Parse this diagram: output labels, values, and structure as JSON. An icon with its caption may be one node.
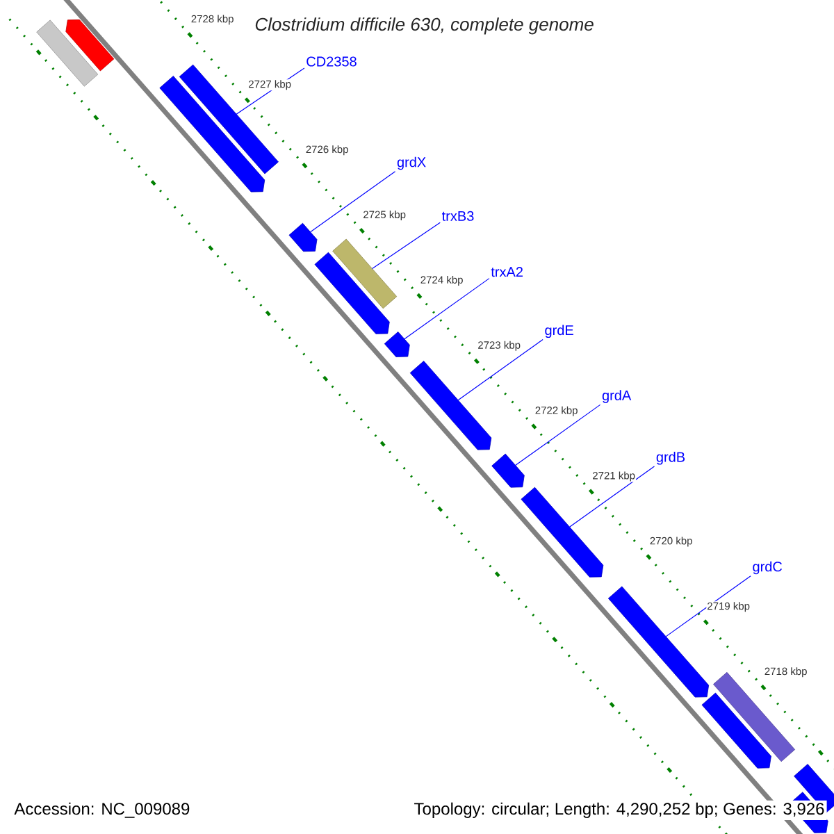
{
  "diagram": {
    "title": "Clostridium difficile 630, complete genome",
    "nodes": [
      {
        "text": [],
        "shape": "bar"
      },
      {
        "text": [],
        "shape": "pentagon"
      },
      {
        "text": [],
        "shape": "bar"
      },
      {
        "text": [],
        "shape": "pentagon"
      },
      {
        "text": [],
        "shape": "pentagon"
      },
      {
        "text": [],
        "shape": "bar"
      },
      {
        "text": [],
        "shape": "pentagon"
      },
      {
        "text": [],
        "shape": "pentagon"
      },
      {
        "text": [],
        "shape": "pentagon"
      },
      {
        "text": [],
        "shape": "pentagon"
      },
      {
        "text": [],
        "shape": "pentagon"
      },
      {
        "text": [],
        "shape": "pentagon"
      },
      {
        "text": [],
        "shape": "bar"
      },
      {
        "text": [],
        "shape": "pentagon"
      },
      {
        "text": [],
        "shape": "bar"
      },
      {
        "text": [],
        "shape": "pentagon"
      },
      {
        "text": [
          "CD2358"
        ]
      },
      {
        "text": [
          "grdX"
        ]
      },
      {
        "text": [
          "trxB3"
        ]
      },
      {
        "text": [
          "trxA2"
        ]
      },
      {
        "text": [
          "grdE"
        ]
      },
      {
        "text": [
          "grdA"
        ]
      },
      {
        "text": [
          "grdB"
        ]
      },
      {
        "text": [
          "grdC"
        ]
      }
    ],
    "edges": [
      {
        "from": 16,
        "to": 2,
        "arrow": "none"
      },
      {
        "from": 17,
        "to": 4,
        "arrow": "none"
      },
      {
        "from": 18,
        "to": 5,
        "arrow": "none"
      },
      {
        "from": 19,
        "to": 7,
        "arrow": "none"
      },
      {
        "from": 20,
        "to": 8,
        "arrow": "none"
      },
      {
        "from": 21,
        "to": 9,
        "arrow": "none"
      },
      {
        "from": 22,
        "to": 10,
        "arrow": "none"
      },
      {
        "from": 23,
        "to": 11,
        "arrow": "none"
      }
    ],
    "labels": [
      "2728 kbp",
      "2727 kbp",
      "2726 kbp",
      "2725 kbp",
      "2724 kbp",
      "2723 kbp",
      "2722 kbp",
      "2721 kbp",
      "2720 kbp",
      "2719 kbp",
      "2718 kbp",
      "Accession: NC_009089",
      "Topology: circular; Length: 4,290,252 bp; Genes: 3,926"
    ]
  }
}
